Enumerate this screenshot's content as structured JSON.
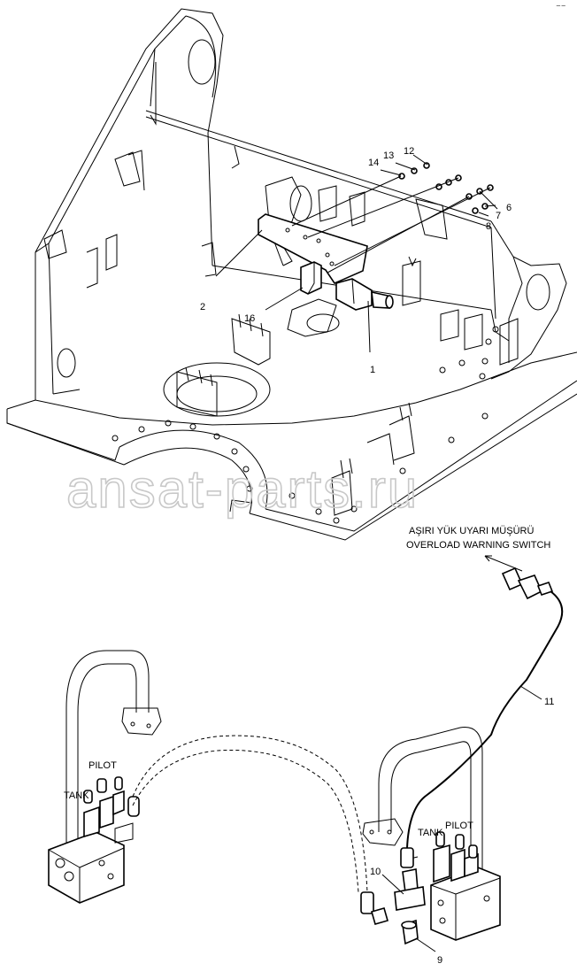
{
  "watermark": "ansat-parts.ru",
  "corner_mark": "⁻⁻",
  "switch_caption": {
    "tr": "AŞIRI YÜK UYARI MÜŞÜRÜ",
    "en": "OVERLOAD WARNING SWITCH"
  },
  "callouts": {
    "c1": "1",
    "c2": "2",
    "c6": "6",
    "c7": "7",
    "c8": "8",
    "c9": "9",
    "c10": "10",
    "c11": "11",
    "c12": "12",
    "c13": "13",
    "c14": "14",
    "c16": "16"
  },
  "port_labels": {
    "left_pilot": "PILOT",
    "left_tank": "TANK",
    "right_tank": "TANK",
    "right_pilot": "PILOT"
  }
}
